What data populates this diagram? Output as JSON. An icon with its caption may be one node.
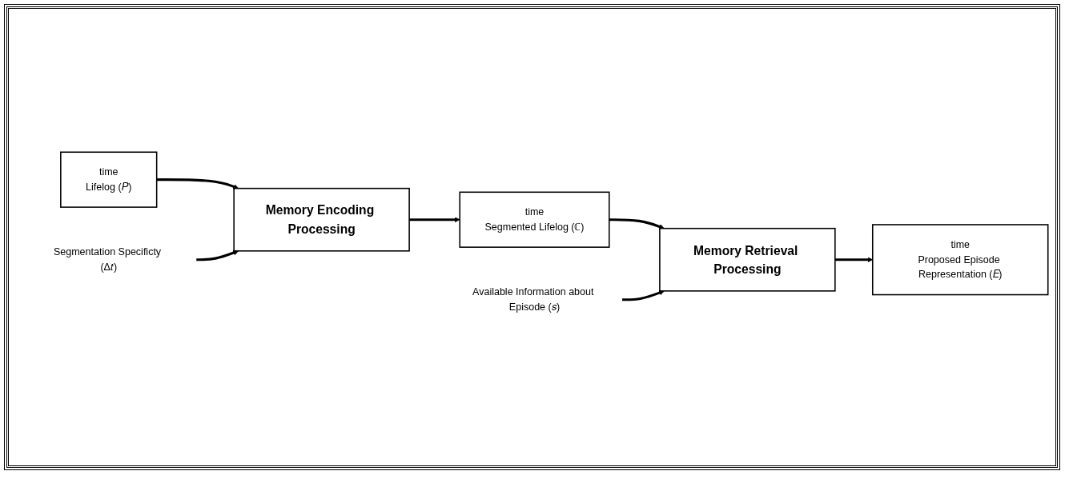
{
  "diagram": {
    "nodes": [
      {
        "text": [
          "time",
          "Lifelog (𝑃)"
        ]
      },
      {
        "text": [
          "Segmentation Specificty (Δ𝑡)"
        ]
      },
      {
        "text": [
          "Memory Encoding Processing"
        ]
      },
      {
        "text": [
          "time",
          "Segmented Lifelog (ℂ)"
        ]
      },
      {
        "text": [
          "Available Information about Episode (𝑠)"
        ]
      },
      {
        "text": [
          "Memory Retrieval Processing"
        ]
      },
      {
        "text": [
          "time",
          "Proposed Episode Representation (𝐸)"
        ]
      }
    ],
    "edges": [
      {
        "from": 0,
        "to": 2,
        "arrow": "to"
      },
      {
        "from": 1,
        "to": 2,
        "arrow": "to"
      },
      {
        "from": 2,
        "to": 3,
        "arrow": "to"
      },
      {
        "from": 3,
        "to": 5,
        "arrow": "to"
      },
      {
        "from": 4,
        "to": 5,
        "arrow": "to"
      },
      {
        "from": 5,
        "to": 6,
        "arrow": "to"
      }
    ]
  }
}
